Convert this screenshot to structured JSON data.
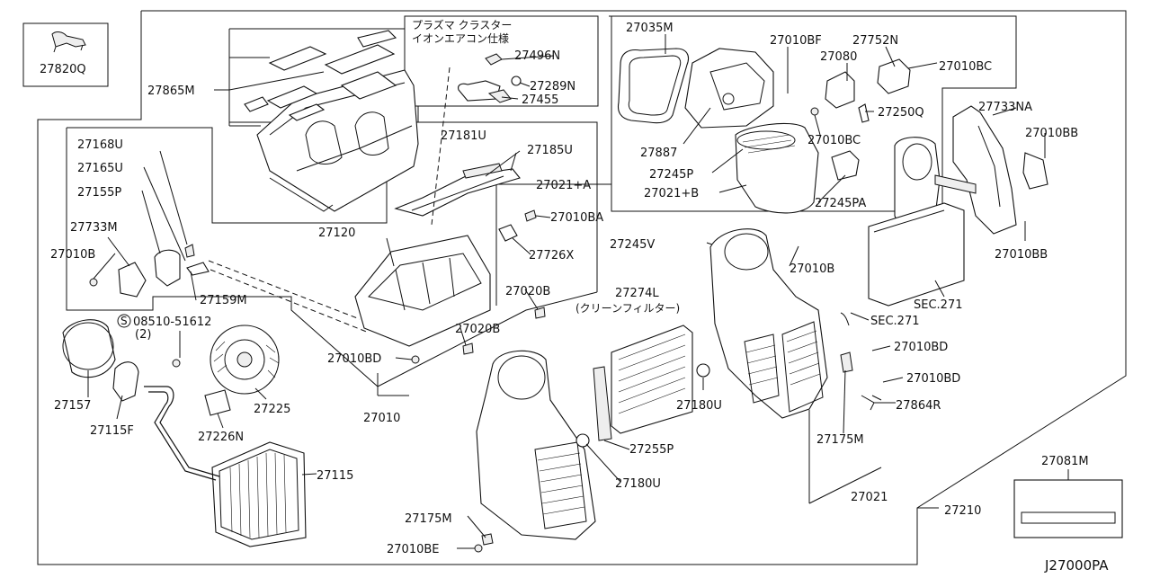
{
  "diagram_code": "J27000PA",
  "callouts": {
    "c27820Q": "27820Q",
    "c27865M": "27865M",
    "plasma_line1": "プラズマ クラスター",
    "plasma_line2": "イオンエアコン仕様",
    "c27496N": "27496N",
    "c27289N": "27289N",
    "c27455": "27455",
    "c27035M": "27035M",
    "c27010BF": "27010BF",
    "c27752N": "27752N",
    "c27080": "27080",
    "c27010BC_a": "27010BC",
    "c27250Q": "27250Q",
    "c27010BC_b": "27010BC",
    "c27887": "27887",
    "c27245P": "27245P",
    "c27021B": "27021+B",
    "c27245PA": "27245PA",
    "c27021A": "27021+A",
    "c27733NA": "27733NA",
    "c27010BB_a": "27010BB",
    "c27010BB_b": "27010BB",
    "c27168U": "27168U",
    "c27165U": "27165U",
    "c27155P": "27155P",
    "c27181U": "27181U",
    "c27185U": "27185U",
    "c27010BA": "27010BA",
    "c27733M": "27733M",
    "c27010B_a": "27010B",
    "c27120": "27120",
    "c27726X": "27726X",
    "c27245V": "27245V",
    "c27010B_b": "27010B",
    "c27159M": "27159M",
    "c27020B_a": "27020B",
    "c27274L": "27274L",
    "filter_note": "(クリーンフィルター)",
    "sec271_a": "SEC.271",
    "sec271_b": "SEC.271",
    "screw_ref": "08510-51612",
    "screw_qty": "(2)",
    "c27020B_b": "27020B",
    "c27010BD_a": "27010BD",
    "c27010BD_b": "27010BD",
    "c27010BD_c": "27010BD",
    "c27157": "27157",
    "c27225": "27225",
    "c27010": "27010",
    "c27180U_a": "27180U",
    "c27864R": "27864R",
    "c27115F": "27115F",
    "c27226N": "27226N",
    "c27255P": "27255P",
    "c27175M_a": "27175M",
    "c27115": "27115",
    "c27180U_b": "27180U",
    "c27021": "27021",
    "c27081M": "27081M",
    "c27175M_b": "27175M",
    "c27210": "27210",
    "c27010BE": "27010BE"
  }
}
